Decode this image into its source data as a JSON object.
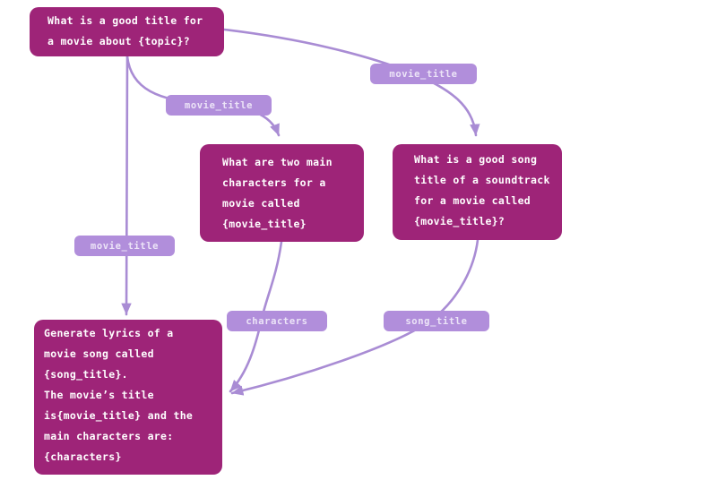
{
  "colors": {
    "background": "#ffffff",
    "node_fill": "#9e2478",
    "node_text": "#ffffff",
    "label_fill": "#b18edb",
    "label_text": "#ece4f7",
    "edge": "#a98cd4"
  },
  "nodes": [
    {
      "id": "movie-title-prompt",
      "lines": [
        "What is a good title for",
        "a movie about {topic}?"
      ]
    },
    {
      "id": "characters-prompt",
      "lines": [
        "What are two main",
        "characters for a",
        "movie called",
        "{movie_title}"
      ]
    },
    {
      "id": "song-title-prompt",
      "lines": [
        "What is a good song",
        "title of a soundtrack",
        "for a movie called",
        "{movie_title}?"
      ]
    },
    {
      "id": "lyrics-prompt",
      "lines": [
        "Generate lyrics of a",
        "movie song called",
        "{song_title}.",
        "The movie’s title",
        "is{movie_title} and the",
        "main characters are:",
        "{characters}"
      ]
    }
  ],
  "labels": [
    {
      "text": "movie_title"
    },
    {
      "text": "movie_title"
    },
    {
      "text": "movie_title"
    },
    {
      "text": "characters"
    },
    {
      "text": "song_title"
    }
  ],
  "edges": [
    {
      "from": "movie-title-prompt",
      "to": "song-title-prompt",
      "label": "movie_title"
    },
    {
      "from": "movie-title-prompt",
      "to": "characters-prompt",
      "label": "movie_title"
    },
    {
      "from": "movie-title-prompt",
      "to": "lyrics-prompt",
      "label": "movie_title"
    },
    {
      "from": "characters-prompt",
      "to": "lyrics-prompt",
      "label": "characters"
    },
    {
      "from": "song-title-prompt",
      "to": "lyrics-prompt",
      "label": "song_title"
    }
  ]
}
